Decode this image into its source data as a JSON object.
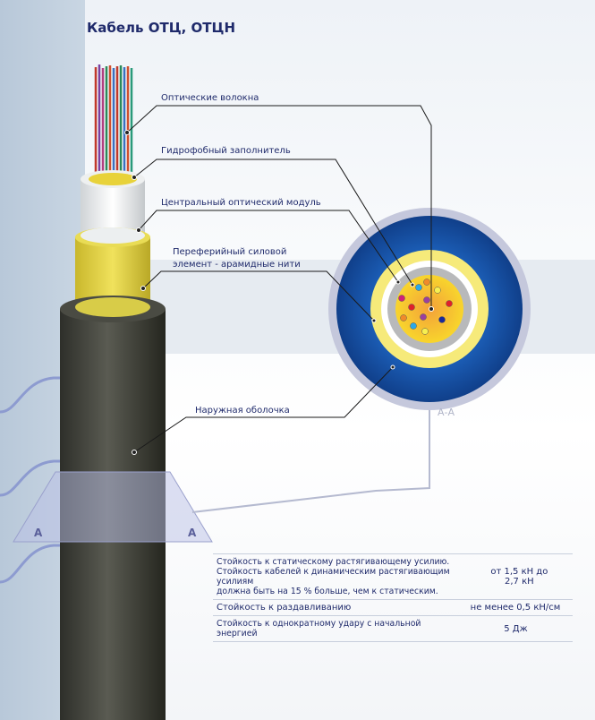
{
  "title": "Кабель ОТЦ, ОТЦН",
  "labels": {
    "fibers": "Оптические волокна",
    "filler": "Гидрофобный заполнитель",
    "module": "Центральный оптический модуль",
    "strength_1": "Переферийный силовой",
    "strength_2": "элемент - арамидные нити",
    "sheath": "Наружная оболочка"
  },
  "section_label": "А-А",
  "section_marks": [
    "А",
    "А"
  ],
  "specs": [
    {
      "text": [
        "Стойкость к статическому растягивающему усилию.",
        "Стойкость кабелей к динамическим растягивающим усилиям",
        "должна быть на 15 % больше, чем к статическим."
      ],
      "value": [
        "от 1,5 кН до",
        "2,7 кН"
      ]
    },
    {
      "text": [
        "Стойкость к раздавливанию"
      ],
      "value": [
        "не менее 0,5 кН/см"
      ]
    },
    {
      "text": [
        "Стойкость к однократному удару с начальной энергией"
      ],
      "value": [
        "5 Дж"
      ]
    }
  ],
  "colors": {
    "text": "#1f2a6b",
    "blue": "#1a4fa0",
    "yellow": "#f5e24a",
    "sheath": "#3e3f38"
  }
}
